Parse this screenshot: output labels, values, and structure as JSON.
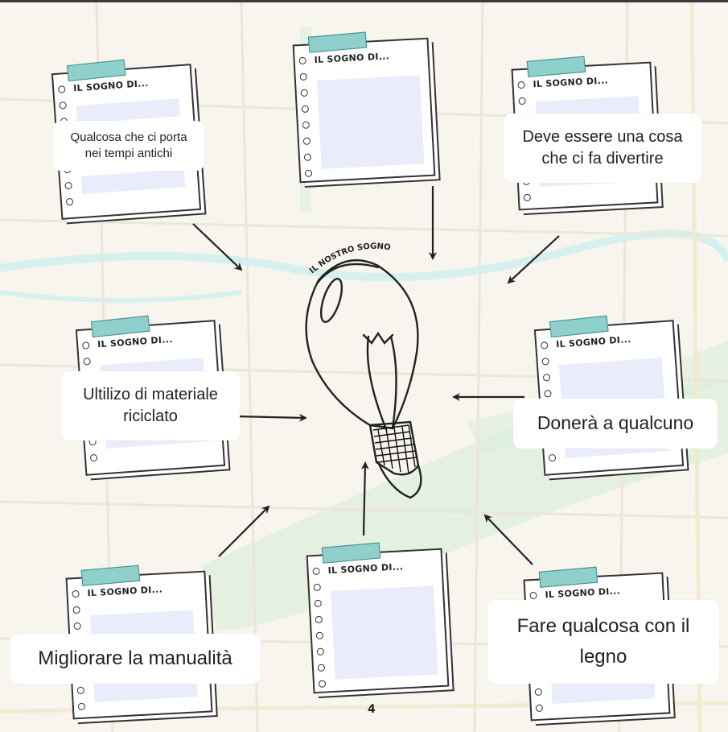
{
  "center_title": "IL NOSTRO SOGNO",
  "note_title": "IL SOGNO DI...",
  "page_number": "4",
  "labels": {
    "top_left": [
      "Qualcosa che ci porta",
      "nei tempi antichi"
    ],
    "top_right": [
      "Deve essere una cosa",
      "che ci fa divertire"
    ],
    "mid_left": [
      "Ultilizo di materiale",
      "riciclato"
    ],
    "mid_right": "Donerà a qualcuno",
    "bottom_left": "Migliorare la manualità",
    "bottom_right": [
      "Fare qualcosa con il",
      "legno"
    ]
  },
  "colors": {
    "tape": "#8fd0cd",
    "box_fill": "#e9ecfb",
    "map_green": "#dcefdc",
    "map_water": "#d6f0ef",
    "ink": "#222222"
  }
}
